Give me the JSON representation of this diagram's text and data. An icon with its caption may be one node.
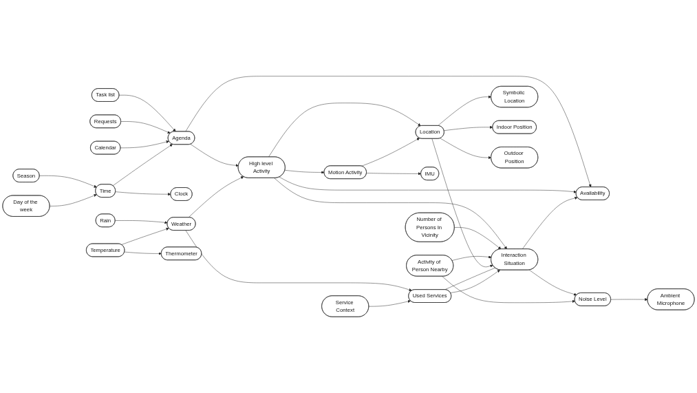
{
  "diagram": {
    "nodes": [
      {
        "text": [
          "High level Activity"
        ]
      },
      {
        "text": [
          "Task list"
        ]
      },
      {
        "text": [
          "Requests"
        ]
      },
      {
        "text": [
          "Calendar"
        ]
      },
      {
        "text": [
          "Agenda"
        ]
      },
      {
        "text": [
          "Availability"
        ]
      },
      {
        "text": [
          "Number of Persons In Vicinity"
        ]
      },
      {
        "text": [
          "Activity of Person Nearby"
        ]
      },
      {
        "text": [
          "Interaction Situation"
        ]
      },
      {
        "text": [
          "Season"
        ]
      },
      {
        "text": [
          "Time"
        ]
      },
      {
        "text": [
          "Clock"
        ]
      },
      {
        "text": [
          "Day of the week"
        ]
      },
      {
        "text": [
          "Motion Activity"
        ]
      },
      {
        "text": [
          "Noise Level"
        ]
      },
      {
        "text": [
          "Ambient Microphone"
        ]
      },
      {
        "text": [
          "IMU"
        ]
      },
      {
        "text": [
          "Location"
        ]
      },
      {
        "text": [
          "Rain"
        ]
      },
      {
        "text": [
          "Symbolic Location"
        ]
      },
      {
        "text": [
          "Used Services"
        ]
      },
      {
        "text": [
          "Weather"
        ]
      },
      {
        "text": [
          "Temperature"
        ]
      },
      {
        "text": [
          "Indoor Position"
        ]
      },
      {
        "text": [
          "Outdoor Position"
        ]
      },
      {
        "text": [
          "Service Context"
        ]
      },
      {
        "text": [
          "Thermometer"
        ]
      }
    ],
    "edges": [
      {
        "from": 1,
        "to": 4,
        "arrow": "to"
      },
      {
        "from": 2,
        "to": 4,
        "arrow": "to"
      },
      {
        "from": 3,
        "to": 4,
        "arrow": "to"
      },
      {
        "from": 4,
        "to": 0,
        "arrow": "to"
      },
      {
        "from": 4,
        "to": 5,
        "arrow": "to"
      },
      {
        "from": 10,
        "to": 4,
        "arrow": "to"
      },
      {
        "from": 9,
        "to": 10,
        "arrow": "to"
      },
      {
        "from": 10,
        "to": 11,
        "arrow": "to"
      },
      {
        "from": 12,
        "to": 10,
        "arrow": "to"
      },
      {
        "from": 0,
        "to": 5,
        "arrow": "to"
      },
      {
        "from": 0,
        "to": 13,
        "arrow": "to"
      },
      {
        "from": 0,
        "to": 17,
        "arrow": "to"
      },
      {
        "from": 0,
        "to": 8,
        "arrow": "to"
      },
      {
        "from": 8,
        "to": 5,
        "arrow": "to"
      },
      {
        "from": 6,
        "to": 8,
        "arrow": "to"
      },
      {
        "from": 7,
        "to": 8,
        "arrow": "to"
      },
      {
        "from": 8,
        "to": 14,
        "arrow": "to"
      },
      {
        "from": 7,
        "to": 14,
        "arrow": "to"
      },
      {
        "from": 14,
        "to": 15,
        "arrow": "to"
      },
      {
        "from": 17,
        "to": 8,
        "arrow": "to"
      },
      {
        "from": 13,
        "to": 16,
        "arrow": "to"
      },
      {
        "from": 13,
        "to": 17,
        "arrow": "to"
      },
      {
        "from": 17,
        "to": 19,
        "arrow": "to"
      },
      {
        "from": 17,
        "to": 24,
        "arrow": "to"
      },
      {
        "from": 17,
        "to": 23,
        "arrow": "to"
      },
      {
        "from": 20,
        "to": 8,
        "arrow": "none"
      },
      {
        "from": 20,
        "to": 8,
        "arrow": "to"
      },
      {
        "from": 21,
        "to": 0,
        "arrow": "to"
      },
      {
        "from": 21,
        "to": 20,
        "arrow": "to"
      },
      {
        "from": 25,
        "to": 20,
        "arrow": "to"
      },
      {
        "from": 18,
        "to": 21,
        "arrow": "to"
      },
      {
        "from": 22,
        "to": 21,
        "arrow": "to"
      },
      {
        "from": 22,
        "to": 26,
        "arrow": "to"
      }
    ]
  }
}
